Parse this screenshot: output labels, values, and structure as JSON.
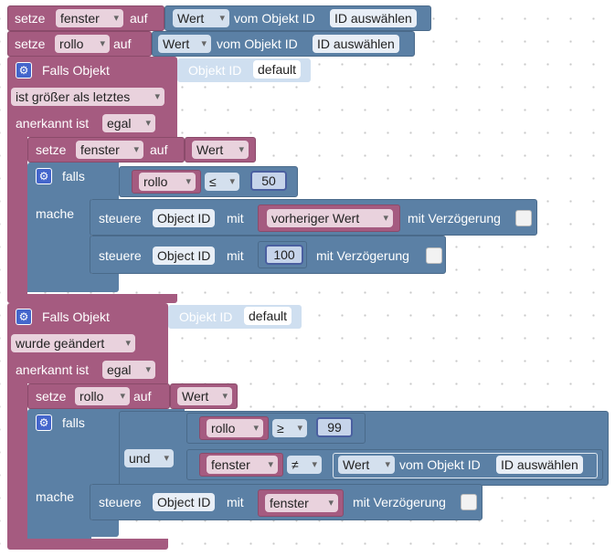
{
  "block1": {
    "setze": "setze",
    "var": "fenster",
    "auf": "auf",
    "wert": "Wert",
    "vom": "vom Objekt ID",
    "id": "ID auswählen"
  },
  "block2": {
    "setze": "setze",
    "var": "rollo",
    "auf": "auf",
    "wert": "Wert",
    "vom": "vom Objekt ID",
    "id": "ID auswählen"
  },
  "trigger1": {
    "title": "Falls Objekt",
    "objlabel": "Objekt ID",
    "objvalue": "default",
    "condition": "ist größer als letztes",
    "anerkannt": "anerkannt ist",
    "ack": "egal",
    "set": {
      "setze": "setze",
      "var": "fenster",
      "auf": "auf",
      "wert": "Wert"
    },
    "if": {
      "falls": "falls",
      "mache": "mache",
      "cmp_var": "rollo",
      "cmp_op": "≤",
      "cmp_num": "50",
      "steuere1": {
        "steuere": "steuere",
        "obj": "Object ID",
        "mit": "mit",
        "val": "vorheriger Wert",
        "delay": "mit Verzögerung"
      },
      "steuere2": {
        "steuere": "steuere",
        "obj": "Object ID",
        "mit": "mit",
        "val": "100",
        "delay": "mit Verzögerung"
      }
    }
  },
  "trigger2": {
    "title": "Falls Objekt",
    "objlabel": "Objekt ID",
    "objvalue": "default",
    "condition": "wurde geändert",
    "anerkannt": "anerkannt ist",
    "ack": "egal",
    "set": {
      "setze": "setze",
      "var": "rollo",
      "auf": "auf",
      "wert": "Wert"
    },
    "if": {
      "falls": "falls",
      "mache": "mache",
      "und": "und",
      "cmp1_var": "rollo",
      "cmp1_op": "≥",
      "cmp1_num": "99",
      "cmp2_var": "fenster",
      "cmp2_op": "≠",
      "cmp2_wert": "Wert",
      "cmp2_vom": "vom Objekt ID",
      "cmp2_id": "ID auswählen",
      "steuere": {
        "steuere": "steuere",
        "obj": "Object ID",
        "mit": "mit",
        "val": "fenster",
        "delay": "mit Verzögerung"
      }
    }
  }
}
